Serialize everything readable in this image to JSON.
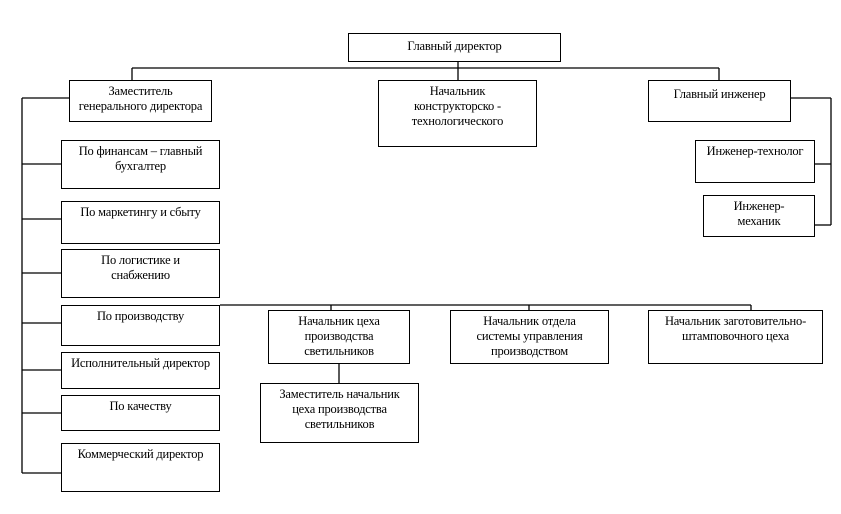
{
  "chart": {
    "root": "Главный  директор",
    "level1": {
      "deputy": "Заместитель генерального директора",
      "design_head": "Начальник конструкторско - технологического",
      "chief_engineer": "Главный инженер"
    },
    "deputy_subordinates": [
      "По финансам – главный бухгалтер",
      "По маркетингу и сбыту",
      "По логистике и снабжению",
      "По производству",
      "Исполнительный директор",
      "По качеству",
      "Коммерческий директор"
    ],
    "engineer_subordinates": [
      "Инженер-технолог",
      "Инженер-механик"
    ],
    "production_subordinates": [
      "Начальник цеха производства светильников",
      "Начальник отдела системы управления производством",
      "Начальник заготовительно-штамповочного цеха"
    ],
    "shop_deputy": "Заместитель начальник цеха производства светильников"
  }
}
